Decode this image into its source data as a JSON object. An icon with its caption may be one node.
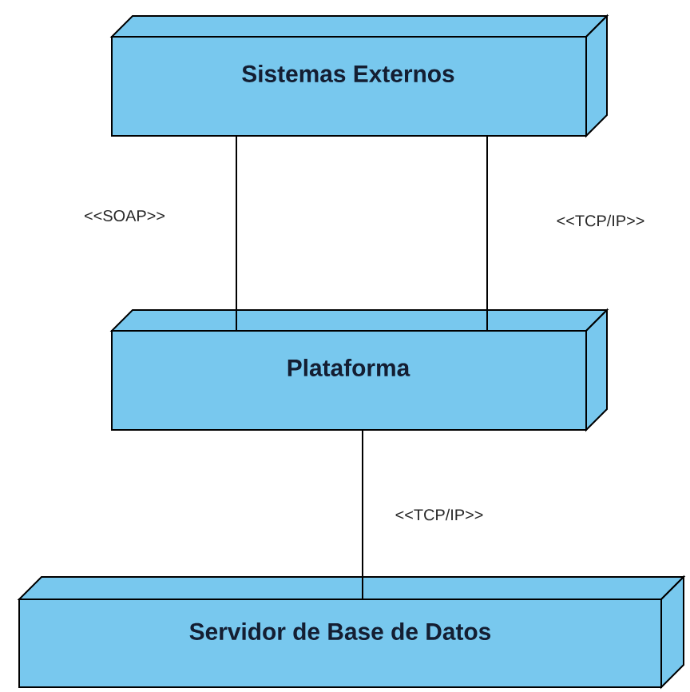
{
  "diagram": {
    "nodes": [
      {
        "text": [
          "Sistemas Externos"
        ]
      },
      {
        "text": [
          "Plataforma"
        ]
      },
      {
        "text": [
          "Servidor de Base de Datos"
        ]
      }
    ],
    "edges": [
      {
        "from": 0,
        "to": 1,
        "arrow": "none",
        "label": "<<SOAP>>"
      },
      {
        "from": 0,
        "to": 1,
        "arrow": "none",
        "label": "<<TCP/IP>>"
      },
      {
        "from": 1,
        "to": 2,
        "arrow": "none",
        "label": "<<TCP/IP>>"
      }
    ]
  }
}
